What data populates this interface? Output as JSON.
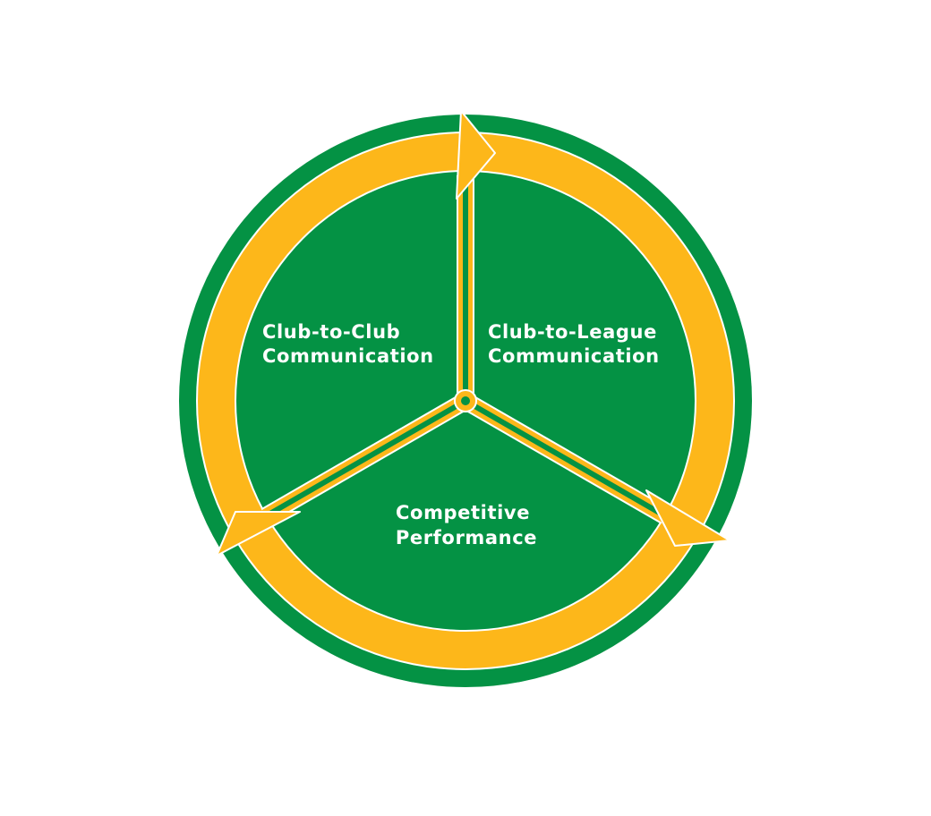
{
  "diagram": {
    "segments": [
      {
        "line1": "Club-to-Club",
        "line2": "Communication"
      },
      {
        "line1": "Club-to-League",
        "line2": "Communication"
      },
      {
        "line1": "Competitive",
        "line2": "Performance"
      }
    ]
  },
  "colors": {
    "green": "#049244",
    "gold": "#FDB71A",
    "text": "#FFFFFF",
    "background": "#FFFFFF"
  }
}
